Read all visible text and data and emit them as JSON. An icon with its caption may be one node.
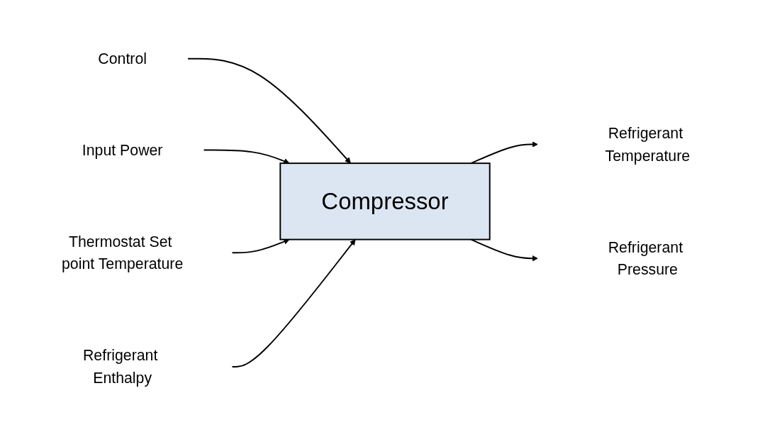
{
  "diagram": {
    "nodes": [
      {
        "text": [
          "Control"
        ]
      },
      {
        "text": [
          "Input Power"
        ]
      },
      {
        "text": [
          "Compressor"
        ]
      },
      {
        "text": [
          "Refrigerant Temperature"
        ]
      },
      {
        "text": [
          "Refrigerant Pressure"
        ]
      },
      {
        "text": [
          "Thermostat Set point Temperature"
        ]
      },
      {
        "text": [
          "Refrigerant Enthalpy"
        ]
      }
    ],
    "edges": [
      {
        "from": 0,
        "to": 2,
        "arrow": "to"
      },
      {
        "from": 1,
        "to": 2,
        "arrow": "to"
      },
      {
        "from": 2,
        "to": 3,
        "arrow": "to"
      },
      {
        "from": 2,
        "to": 4,
        "arrow": "to"
      },
      {
        "from": 5,
        "to": 2,
        "arrow": "to"
      },
      {
        "from": 6,
        "to": 2,
        "arrow": "to"
      }
    ]
  }
}
